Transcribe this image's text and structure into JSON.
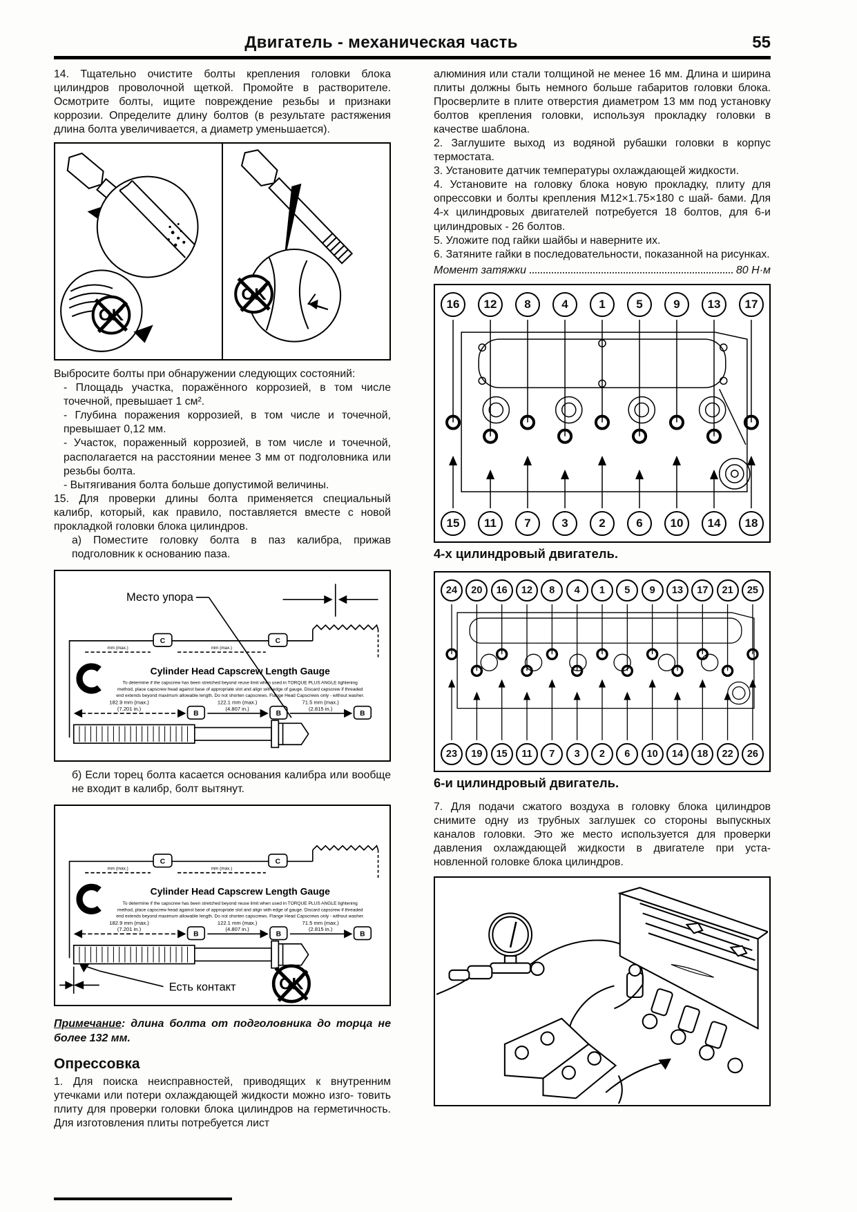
{
  "header": {
    "title": "Двигатель - механическая часть",
    "page_number": "55"
  },
  "left": {
    "para14": "14. Тщательно очистите болты крепления головки блока цилиндров проволочной щеткой. Промойте в растворителе. Осмотрите болты, ищите повреждение резьбы и признаки коррозии. Определите длину болтов (в результате растяжения длина болта увеличивается, а диаметр уменьшается).",
    "discard_intro": "Выбросите болты при обнаружении следующих состояний:",
    "discard_items": [
      "- Площадь участка, поражённого коррозией, в том числе точечной, превышает 1 см².",
      "- Глубина поражения коррозией, в том числе и точечной, превышает 0,12 мм.",
      "- Участок, пораженный коррозией, в том числе и точечной, располагается на расстоянии менее 3 мм от подголовника или резьбы болта.",
      "- Вытягивания болта больше допустимой величины."
    ],
    "para15": "15. Для проверки длины болта применяется специальный калибр, который, как правило, поставляется вместе с новой прокладкой головки блока цилиндров.",
    "item_a": "а) Поместите головку болта в паз калибра, прижав подголовник к основанию паза.",
    "item_b": "б) Если торец болта касается основания калибра или вообще не входит в калибр, болт вытянут.",
    "note_label": "Примечание",
    "note_text": ": длина болта от подголовника до торца не более 132 мм.",
    "section_title": "Опрессовка",
    "para1": "1. Для поиска неисправностей, приводящих к внутренним утечками или потери охлаждающей жидкости можно изго- товить плиту для проверки головки блока цилиндров на герметичность. Для изготовления плиты потребуется лист"
  },
  "gauge": {
    "pointer_label": "Место упора",
    "contact_label": "Есть контакт",
    "title": "Cylinder Head Capscrew Length Gauge",
    "fineprint": [
      "To determine if the capscrew has been stretched beyond reuse limit when used in TORQUE PLUS ANGLE tightening",
      "method, place capscrew head against base of appropriate slot and align with edge of gauge. Discard capscrew if threaded",
      "end extends beyond maximum allowable length. Do not shorten capscrews. Flange Head Capscrews only - without washer."
    ],
    "slot_b": "B",
    "slot_c": "C",
    "top_dim": "mm (max.)",
    "d1m": "182.9 mm (max.)",
    "d1i": "(7.201 in.)",
    "d2m": "122.1 mm (max.)",
    "d2i": "(4.807 in.)",
    "d3m": "71.5 mm (max.)",
    "d3i": "(2.815 in.)",
    "ok_label": "OK"
  },
  "right": {
    "cont_para": "алюминия или стали толщиной не менее 16 мм. Длина и ширина плиты должны быть немного больше габаритов головки блока. Просверлите в плите отверстия диаметром 13 мм под установку болтов крепления головки, используя прокладку головки в качестве шаблона.",
    "items": [
      "2. Заглушите выход из водяной рубашки головки в корпус термостата.",
      "3. Установите датчик температуры охлаждающей жидкости.",
      "4. Установите на головку блока новую прокладку, плиту для опрессовки и болты крепления М12×1.75×180 с шай- бами. Для 4-х цилиндровых двигателей потребуется 18 болтов, для 6-и цилиндровых - 26 болтов.",
      "5. Уложите под гайки шайбы и наверните их.",
      "6. Затяните гайки в последовательности, показанной на рисунках."
    ],
    "torque_label": "Момент затяжки",
    "torque_value": "80 Н·м",
    "fig4": {
      "top": [
        "16",
        "12",
        "8",
        "4",
        "1",
        "5",
        "9",
        "13",
        "17"
      ],
      "bottom": [
        "15",
        "11",
        "7",
        "3",
        "2",
        "6",
        "10",
        "14",
        "18"
      ],
      "caption": "4-х цилиндровый двигатель."
    },
    "fig6": {
      "top": [
        "24",
        "20",
        "16",
        "12",
        "8",
        "4",
        "1",
        "5",
        "9",
        "13",
        "17",
        "21",
        "25"
      ],
      "bottom": [
        "23",
        "19",
        "15",
        "11",
        "7",
        "3",
        "2",
        "6",
        "10",
        "14",
        "18",
        "22",
        "26"
      ],
      "caption": "6-и цилиндровый двигатель."
    },
    "para7": "7. Для подачи сжатого воздуха в головку блока цилиндров снимите одну из трубных заглушек со стороны выпускных каналов головки. Это же место используется для проверки давления охлаждающей жидкости в двигателе при уста- новленной головке блока цилиндров."
  }
}
